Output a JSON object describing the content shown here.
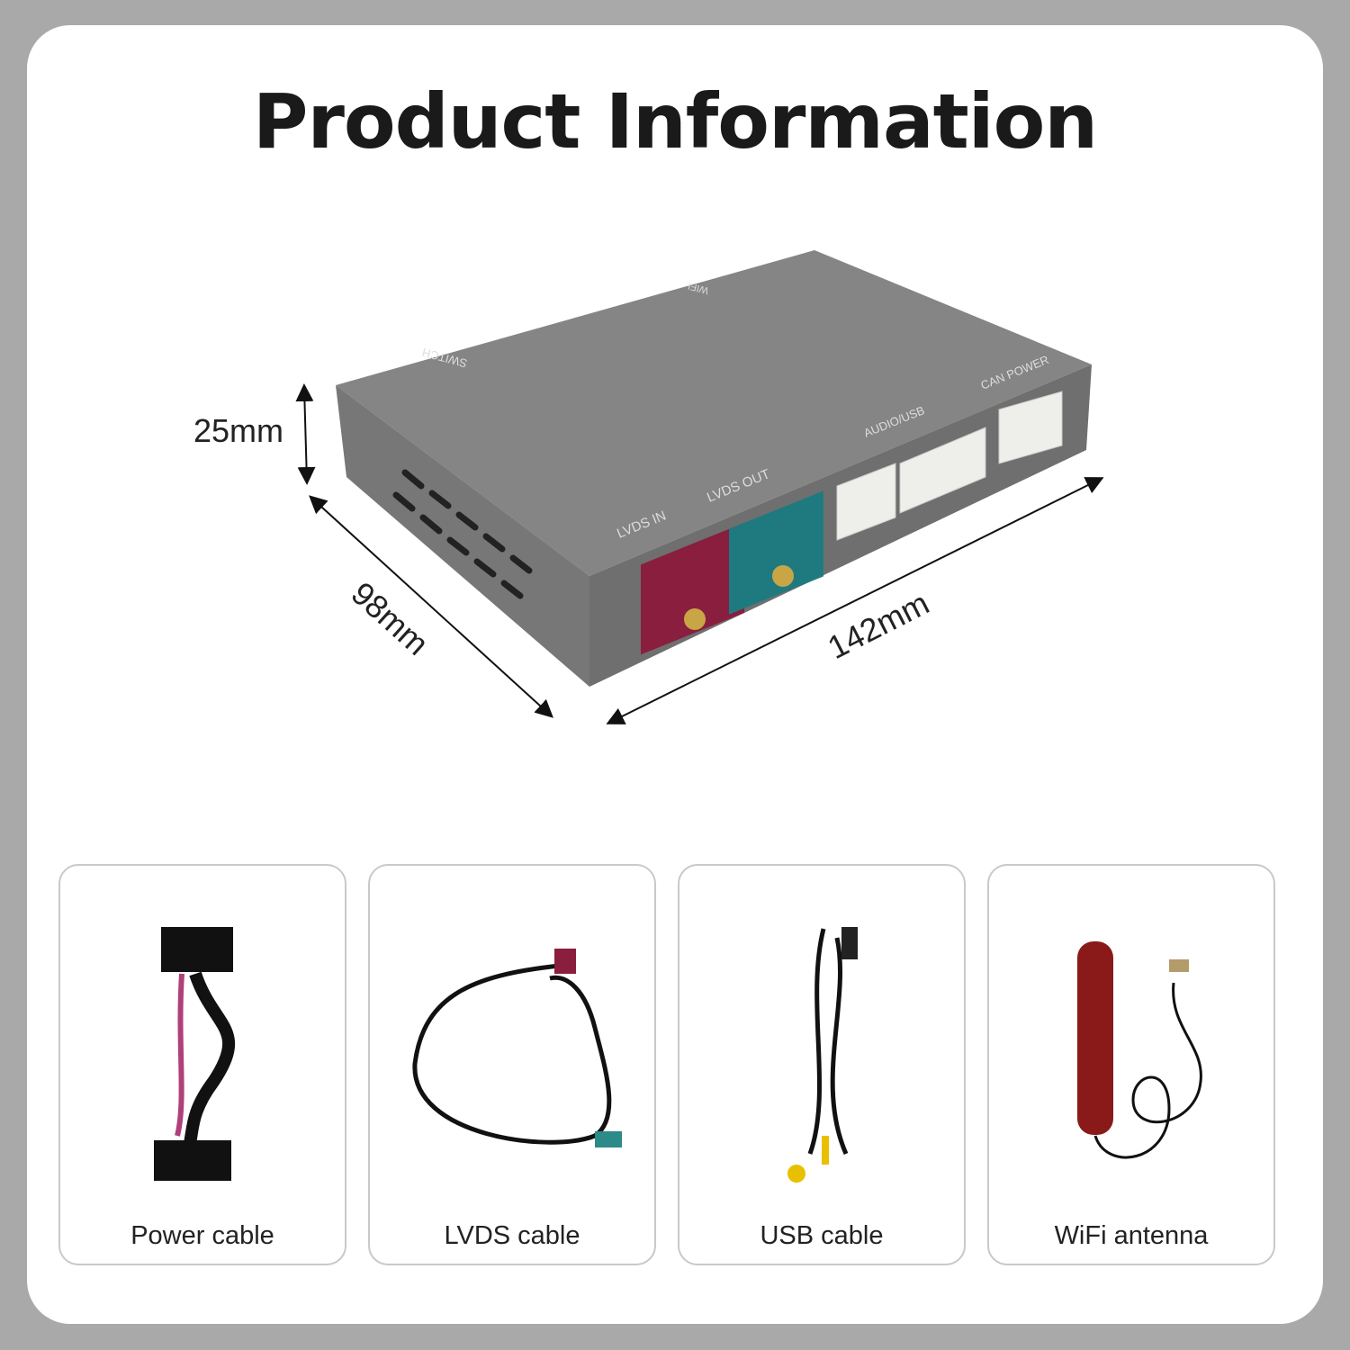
{
  "title": "Product Information",
  "dimensions": {
    "height": "25mm",
    "depth": "98mm",
    "width": "142mm"
  },
  "ports": {
    "switch": "SWITCH",
    "wifi": "WIFI",
    "can_power": "CAN POWER",
    "audio_usb": "AUDIO/USB",
    "lvds_out": "LVDS OUT",
    "lvds_in": "LVDS IN"
  },
  "accessories": [
    {
      "label": "Power cable"
    },
    {
      "label": "LVDS cable"
    },
    {
      "label": "USB cable"
    },
    {
      "label": "WiFi antenna"
    }
  ],
  "colors": {
    "box": "#7d7d7d",
    "lvds_in": "#8a1e3e",
    "lvds_out": "#1f7a80",
    "antenna": "#8a1a1a"
  }
}
